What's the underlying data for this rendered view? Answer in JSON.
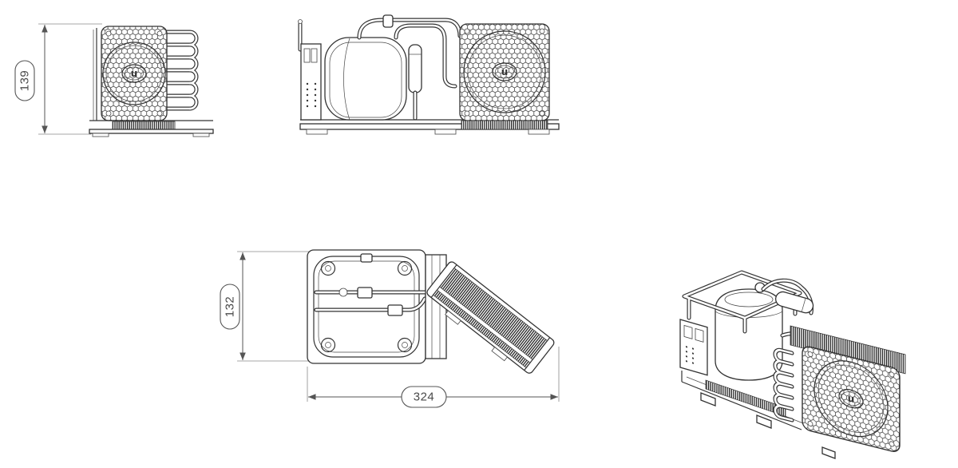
{
  "drawing": {
    "background_color": "#ffffff",
    "line_color": "#333333",
    "dimensions": {
      "height": "139",
      "depth": "132",
      "length": "324"
    },
    "logo": {
      "text": "u"
    }
  }
}
